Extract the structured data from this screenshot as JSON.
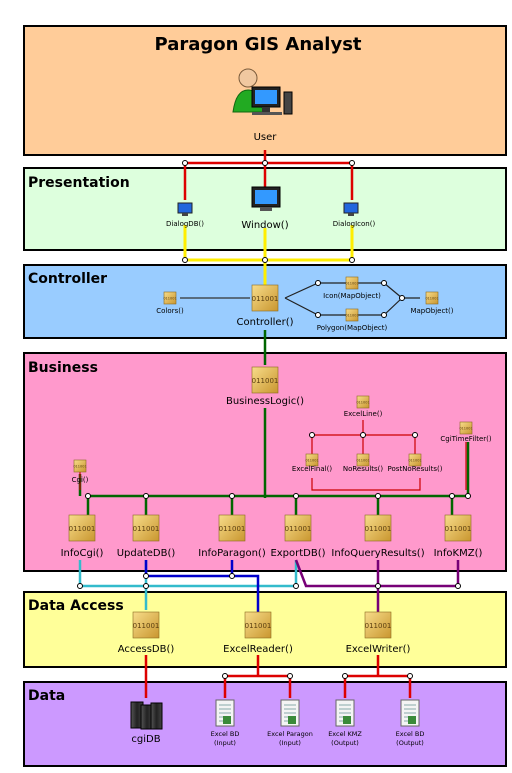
{
  "title": "Paragon GIS Analyst",
  "layers": {
    "presentation": "Presentation",
    "controller": "Controller",
    "business": "Business",
    "data_access": "Data Access",
    "data": "Data"
  },
  "colors": {
    "top_fill": "#ffcc99",
    "presentation_fill": "#ddffdd",
    "controller_fill": "#99ccff",
    "business_fill": "#ff99cc",
    "data_access_fill": "#ffff99",
    "data_fill": "#cc99ff",
    "red": "#dd0000",
    "yellow": "#ffee00",
    "green": "#006600",
    "cyan": "#33bbcc",
    "blue": "#0000cc",
    "purple": "#770077"
  },
  "nodes": {
    "user": "User",
    "dialog_db": "DialogDB()",
    "window": "Window()",
    "dialog_icon": "DialogIcon()",
    "colors": "Colors()",
    "controller": "Controller()",
    "icon_mapobject": "Icon(MapObject)",
    "polygon_mapobject": "Polygon(MapObject)",
    "mapobject": "MapObject()",
    "business_logic": "BusinessLogic()",
    "excel_line": "ExcelLine()",
    "cgi_time_filter": "CgiTimeFilter()",
    "excel_final": "ExcelFinal()",
    "no_results": "NoResults()",
    "post_no_results": "PostNoResults()",
    "cgi": "Cgi()",
    "info_cgi": "InfoCgi()",
    "update_db": "UpdateDB()",
    "info_paragon": "InfoParagon()",
    "export_db": "ExportDB()",
    "info_query_results": "InfoQueryResults()",
    "info_kmz": "InfoKMZ()",
    "access_db": "AccessDB()",
    "excel_reader": "ExcelReader()",
    "excel_writer": "ExcelWriter()",
    "cgi_db": "cgiDB",
    "excel_bd_input": [
      "Excel BD",
      "(Input)"
    ],
    "excel_paragon_input": [
      "Excel Paragon",
      "(Input)"
    ],
    "excel_kmz_output": [
      "Excel KMZ",
      "(Output)"
    ],
    "excel_bd_output": [
      "Excel BD",
      "(Output)"
    ]
  },
  "module_code": "011001"
}
